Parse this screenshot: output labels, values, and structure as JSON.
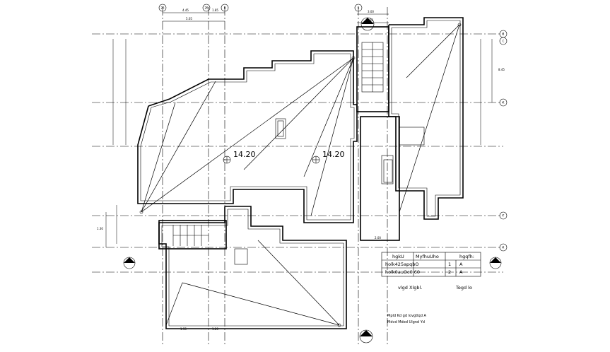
{
  "levels": [
    "14.20",
    "14.20"
  ],
  "grid_bubbles": {
    "top": [
      "25",
      "26",
      "B",
      "S"
    ],
    "right": [
      "B",
      "C",
      "K",
      "T",
      "X"
    ]
  },
  "dimensions": [
    "4.45",
    "1.85",
    "3.00",
    "5.05",
    "4.56",
    "8.45",
    "2.00",
    "1.30",
    "1.55",
    "1.20"
  ],
  "legend": {
    "headers": [
      "hgkU",
      "MyfhuUho",
      "hgqfh:"
    ],
    "rows": [
      {
        "name": "holk425apqbO",
        "num": "1",
        "mark": "A"
      },
      {
        "name": "holk0auOc0 60",
        "num": "2",
        "mark": "A"
      }
    ],
    "footer": [
      "vlgd Xlgbl.",
      "Tegd lo"
    ]
  },
  "notes": [
    "Mpld Kd gd lovgtlqd A",
    "Mdvd Mded Ulgnd Yd"
  ]
}
